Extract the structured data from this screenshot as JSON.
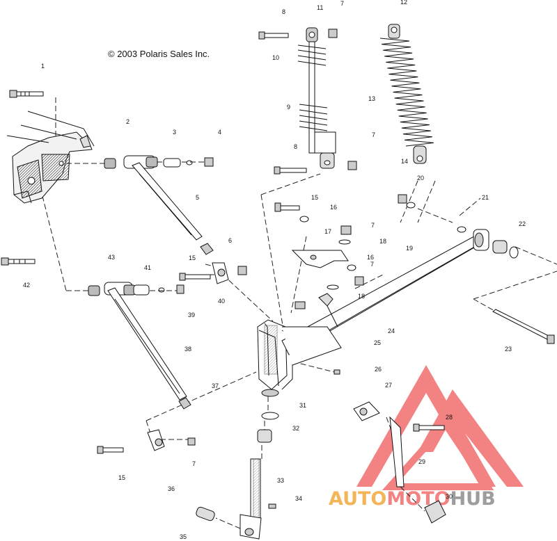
{
  "copyright": "© 2003 Polaris Sales Inc.",
  "watermark": {
    "part1": "AUTO",
    "part2": "MOTO",
    "part3": "HUB",
    "color_orange": "#f2a93b",
    "color_red": "#f26d6d",
    "color_gray": "#8c8c8c"
  },
  "callouts": [
    "1",
    "2",
    "3",
    "4",
    "5",
    "6",
    "7",
    "7",
    "7",
    "7",
    "7",
    "8",
    "8",
    "9",
    "10",
    "11",
    "12",
    "13",
    "14",
    "15",
    "15",
    "15",
    "16",
    "16",
    "17",
    "18",
    "18",
    "19",
    "20",
    "21",
    "22",
    "23",
    "24",
    "25",
    "26",
    "27",
    "28",
    "29",
    "30",
    "31",
    "32",
    "33",
    "34",
    "35",
    "36",
    "37",
    "38",
    "39",
    "40",
    "41",
    "42",
    "43",
    "2"
  ]
}
